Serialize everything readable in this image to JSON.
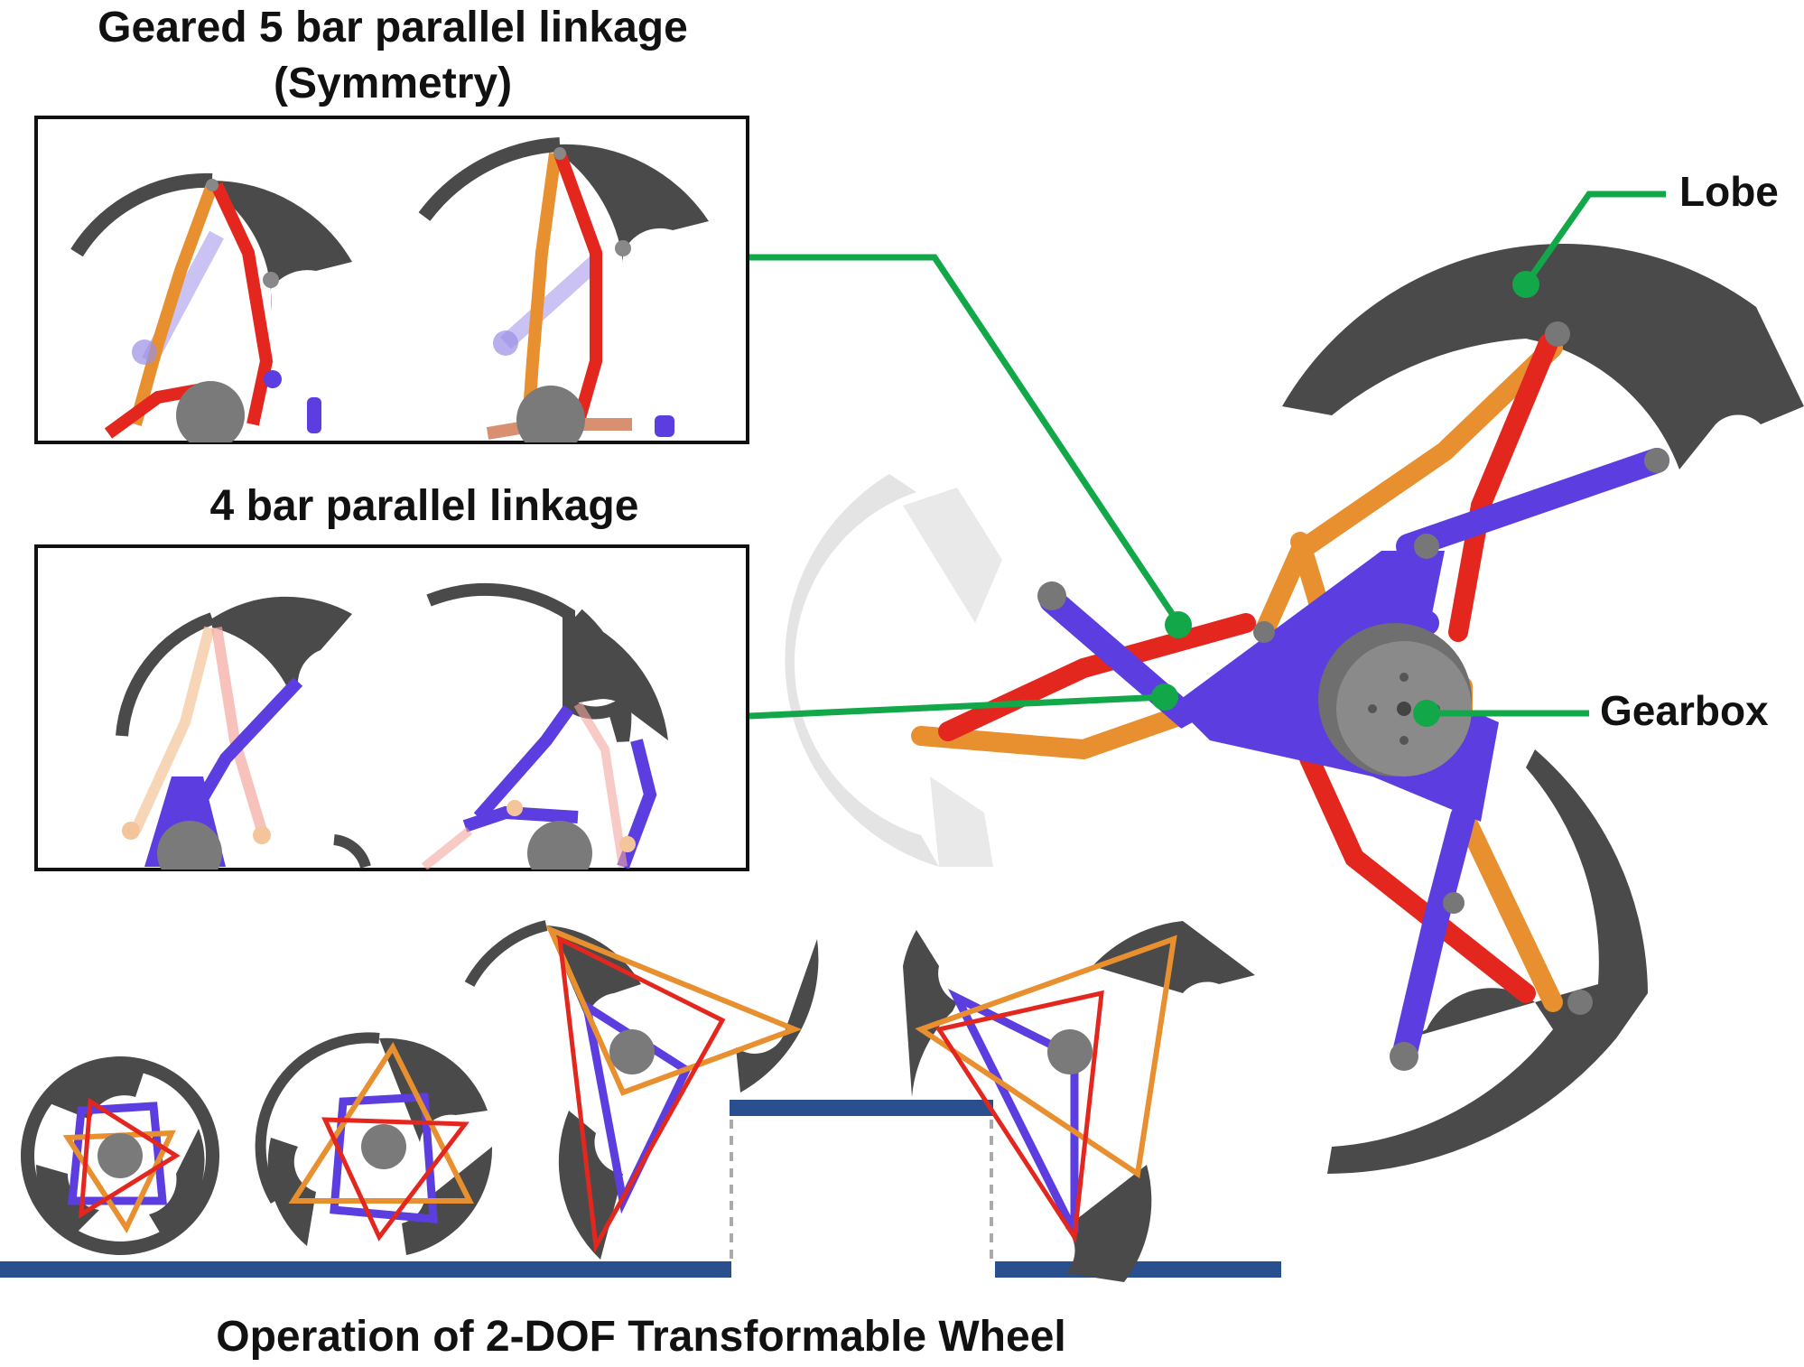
{
  "titles": {
    "geared_line1": "Geared 5 bar parallel linkage",
    "geared_line2": "(Symmetry)",
    "four_bar": "4 bar parallel linkage",
    "operation": "Operation of 2-DOF Transformable Wheel"
  },
  "callouts": {
    "lobe": "Lobe",
    "gearbox": "Gearbox"
  },
  "colors": {
    "lobe": "#4a4a4a",
    "orange_link": "#e8902f",
    "red_link": "#e3271f",
    "purple_link": "#5b3de0",
    "gearbox": "#7a7a7a",
    "callout_line": "#12a84a",
    "ground": "#2a4f8f",
    "ghost": "#d0d0d0"
  }
}
